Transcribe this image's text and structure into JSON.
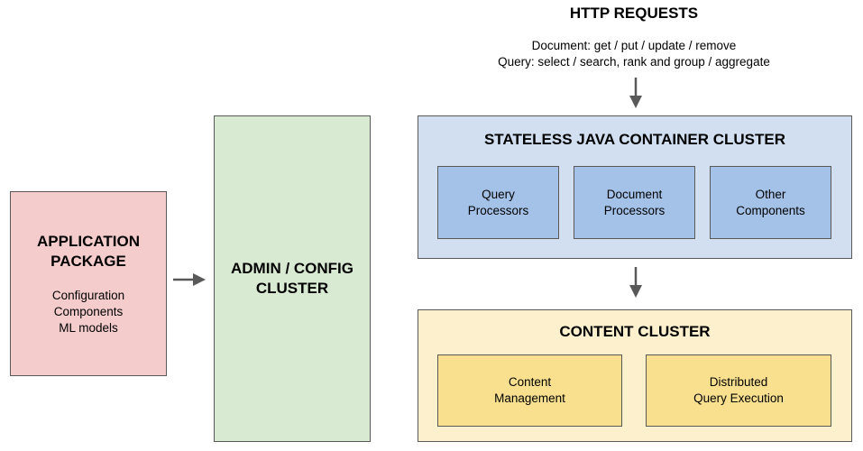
{
  "http": {
    "title": "HTTP REQUESTS",
    "line1": "Document: get / put / update / remove",
    "line2": "Query: select / search, rank and group / aggregate"
  },
  "application_package": {
    "title_line1": "APPLICATION",
    "title_line2": "PACKAGE",
    "items": [
      "Configuration",
      "Components",
      "ML models"
    ]
  },
  "admin": {
    "title_line1": "ADMIN / CONFIG",
    "title_line2": "CLUSTER"
  },
  "container_cluster": {
    "title": "STATELESS JAVA CONTAINER CLUSTER",
    "components": [
      {
        "line1": "Query",
        "line2": "Processors"
      },
      {
        "line1": "Document",
        "line2": "Processors"
      },
      {
        "line1": "Other",
        "line2": "Components"
      }
    ]
  },
  "content_cluster": {
    "title": "CONTENT CLUSTER",
    "components": [
      {
        "line1": "Content",
        "line2": "Management"
      },
      {
        "line1": "Distributed",
        "line2": "Query Execution"
      }
    ]
  },
  "colors": {
    "app_package_fill": "#f4cccc",
    "admin_fill": "#d9ead3",
    "container_fill": "#d1dff0",
    "container_item_fill": "#a4c2e8",
    "content_fill": "#fcf1cc",
    "content_item_fill": "#f9e08f",
    "border": "#595959",
    "arrow": "#595959"
  }
}
